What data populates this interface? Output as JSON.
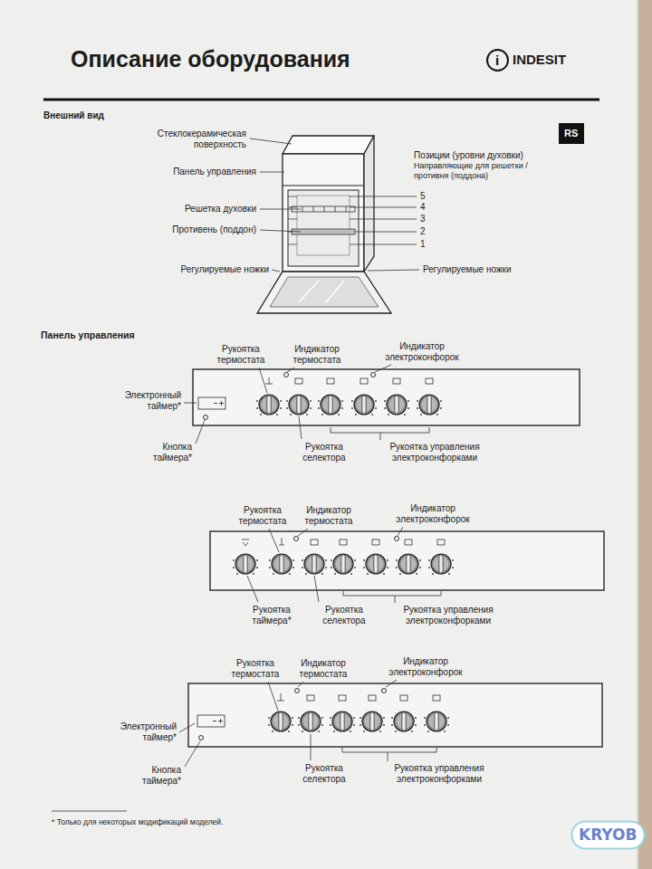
{
  "diagram": {
    "title": "Описание оборудования",
    "nodes": [
      {
        "text": [
          "i"
        ]
      },
      {
        "text": [
          "RS"
        ]
      },
      {
        "text": [
          "KRYOB"
        ]
      }
    ],
    "labels": [
      "INDESIT",
      "Внешний вид",
      "Стеклокерамическая поверхность",
      "Панель управления",
      "Решетка духовки",
      "Противень (поддон)",
      "Регулируемые ножки",
      "Позиции (уровни духовки)",
      "Направляющие для решетки / противня (поддона)",
      "5",
      "4",
      "3",
      "2",
      "1",
      "Регулируемые ножки",
      "Панель управления",
      "Рукоятка термостата",
      "Индикатор термостата",
      "Индикатор электроконфорок",
      "Электронный таймер*",
      "Кнопка таймера*",
      "Рукоятка селектора",
      "Рукоятка управления электроконфорками",
      "Рукоятка термостата",
      "Индикатор термостата",
      "Индикатор электроконфорок",
      "Рукоятка таймера*",
      "Рукоятка селектора",
      "Рукоятка управления электроконфорками",
      "Рукоятка термостата",
      "Индикатор термостата",
      "Индикатор электроконфорок",
      "Электронный таймер*",
      "Кнопка таймера*",
      "Рукоятка селектора",
      "Рукоятка управления электроконфорками",
      "* Только для некоторых модификаций моделей."
    ]
  }
}
